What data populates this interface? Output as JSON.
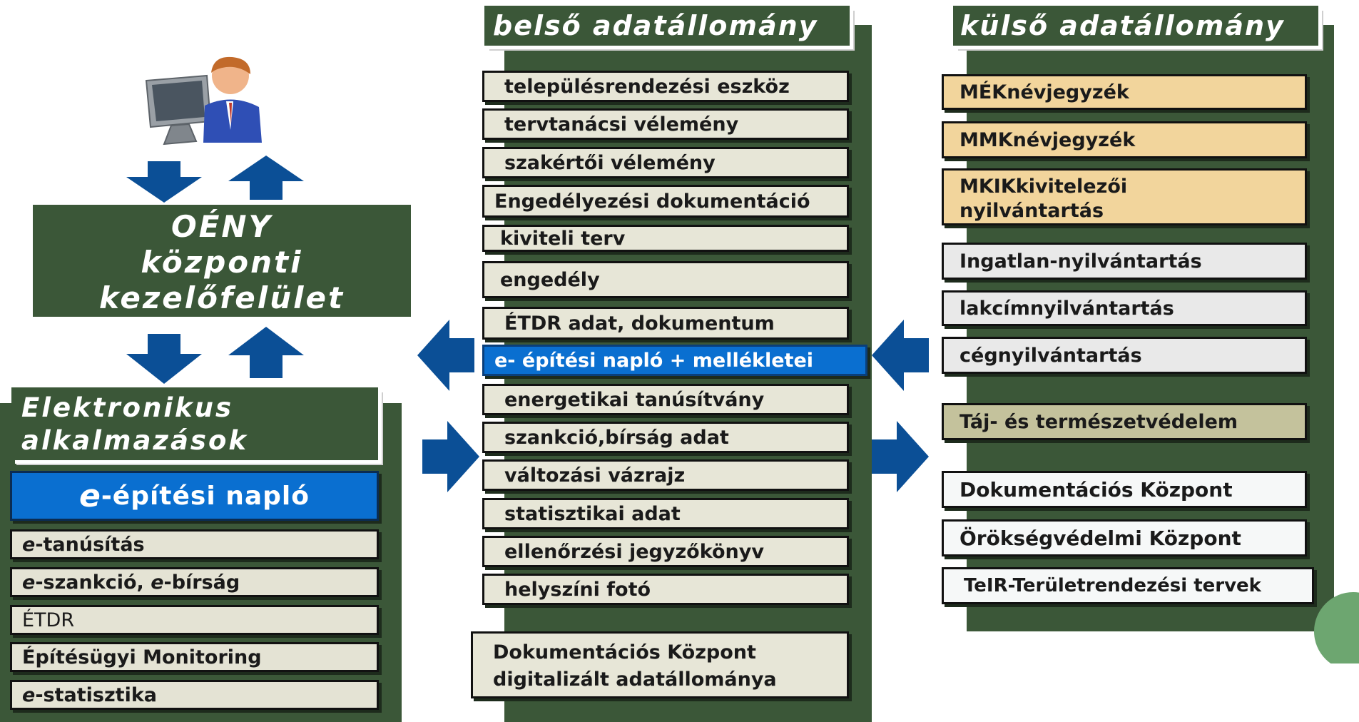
{
  "central_panel": {
    "title_lines": [
      "OÉNY",
      "központi",
      "kezelőfelület"
    ]
  },
  "applications": {
    "header_lines": [
      "Elektronikus",
      "alkalmazások"
    ],
    "primary": {
      "prefix": "e",
      "rest": "-építési napló"
    },
    "items": [
      {
        "prefix": "e",
        "text": "-tanúsítás"
      },
      {
        "prefix": "e",
        "text": "-szankció, ",
        "prefix2": "e",
        "text2": "-bírság"
      },
      {
        "prefix": "",
        "text": "ÉTDR"
      },
      {
        "prefix": "",
        "text": "Építésügyi Monitoring"
      },
      {
        "prefix": "e",
        "text": "-statisztika"
      }
    ]
  },
  "internal": {
    "header": "belső adatállomány",
    "items": [
      "településrendezési eszköz",
      "tervtanácsi vélemény",
      "szakértői vélemény",
      "Engedélyezési dokumentáció",
      "kiviteli  terv",
      "engedély",
      "ÉTDR adat, dokumentum",
      "e- építési napló + mellékletei",
      "energetikai  tanúsítvány",
      "szankció,bírság adat",
      "változási vázrajz",
      "statisztikai adat",
      "ellenőrzési jegyzőkönyv",
      "helyszíni fotó"
    ],
    "selected_index": 7,
    "footer_lines": [
      "Dokumentációs Központ",
      "digitalizált adatállománya"
    ]
  },
  "external": {
    "header": "külső adatállomány",
    "items": [
      {
        "lines": [
          "MÉKnévjegyzék"
        ],
        "style": "tan"
      },
      {
        "lines": [
          "MMKnévjegyzék"
        ],
        "style": "tan"
      },
      {
        "lines": [
          "MKIKkivitelezői",
          "nyilvántartás"
        ],
        "style": "tan"
      },
      {
        "lines": [
          "Ingatlan-nyilvántartás"
        ],
        "style": "ltgray"
      },
      {
        "lines": [
          "lakcímnyilvántartás"
        ],
        "style": "ltgray"
      },
      {
        "lines": [
          "cégnyilvántartás"
        ],
        "style": "ltgray"
      },
      {
        "lines": [
          "Táj- és természetvédelem"
        ],
        "style": "khaki"
      },
      {
        "lines": [
          "Dokumentációs  Központ"
        ],
        "style": "white"
      },
      {
        "lines": [
          "Örökségvédelmi  Központ"
        ],
        "style": "white"
      },
      {
        "lines": [
          "TeIR-Területrendezési tervek"
        ],
        "style": "white"
      }
    ]
  },
  "icons": {
    "user": "user-at-computer-icon",
    "arrows": "block-arrow-icon"
  },
  "colors": {
    "dark_green": "#3b5738",
    "arrow_blue": "#0b4f96",
    "selected_blue": "#0a6fd0",
    "box_beige": "#e7e6d7",
    "box_tan": "#f2d59c",
    "box_khaki": "#c4c29c",
    "box_white": "#f6f8f8"
  }
}
